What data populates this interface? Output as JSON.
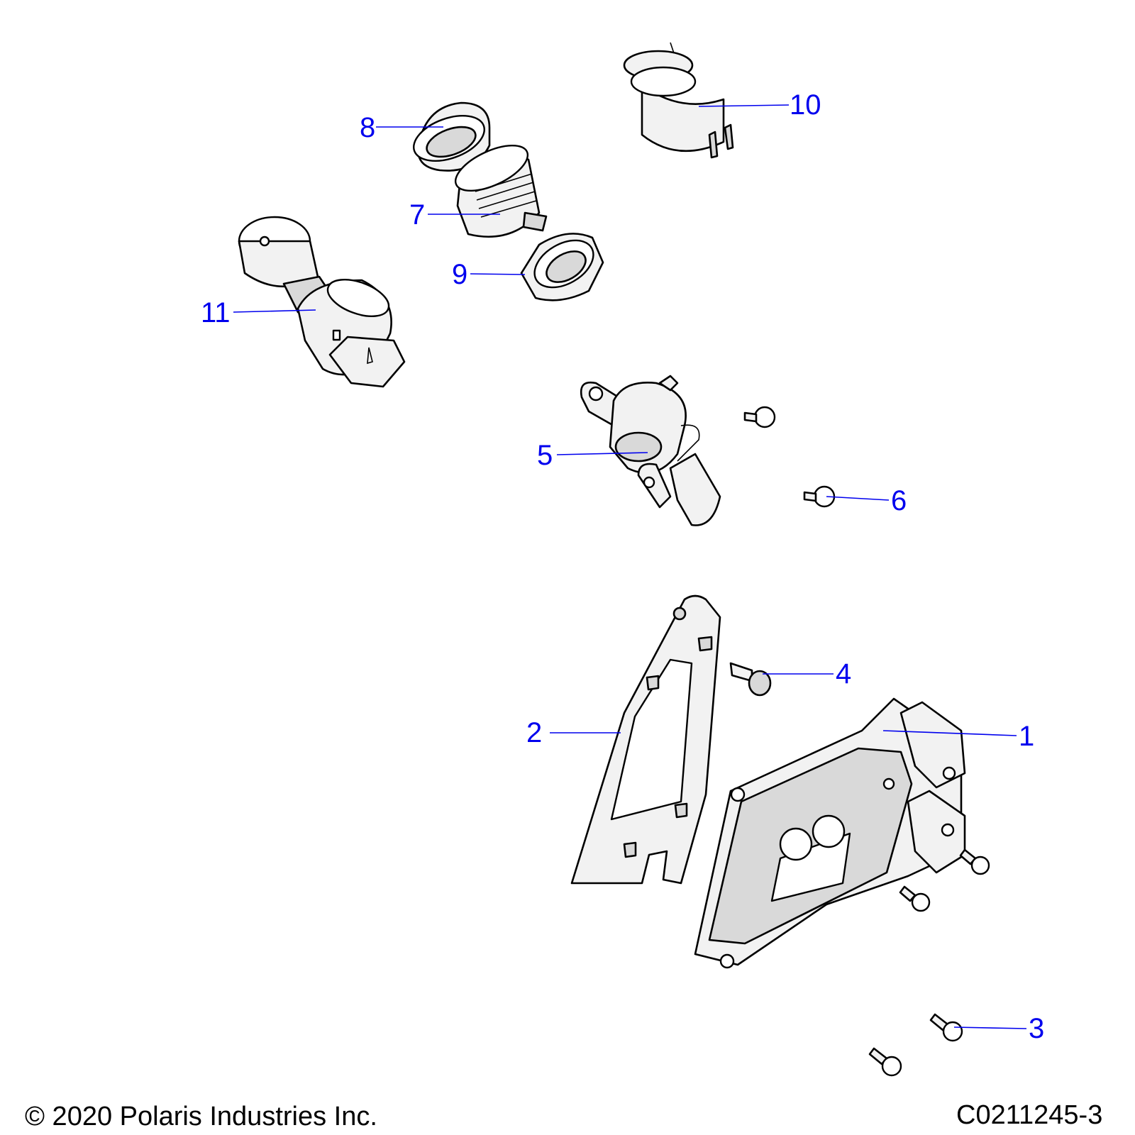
{
  "callouts": [
    "1",
    "2",
    "3",
    "4",
    "5",
    "6",
    "7",
    "8",
    "9",
    "10",
    "11"
  ],
  "footer": {
    "copyright": "© 2020 Polaris Industries Inc.",
    "code": "C0211245-3"
  },
  "colors": {
    "callout": "#0000ee",
    "outline": "#000000",
    "fill": "#f2f2f2"
  }
}
